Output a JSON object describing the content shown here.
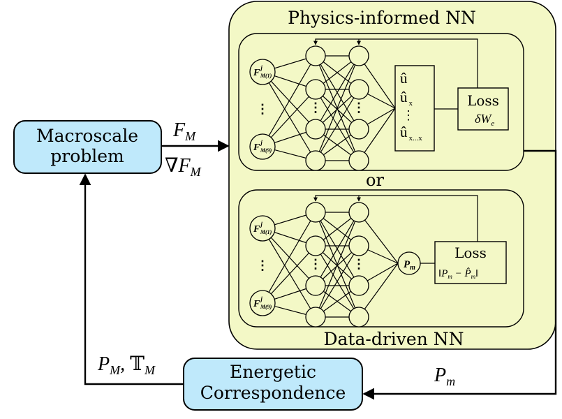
{
  "pinn_title": "Physics-informed NN",
  "or_label": "or",
  "ddnn_title": "Data-driven NN",
  "macro_box": {
    "line1": "Macroscale",
    "line2": "problem"
  },
  "energetic_box": {
    "line1": "Energetic",
    "line2": "Correspondence"
  },
  "arrows": {
    "to_nn_top": "F",
    "to_nn_top_sub": "M",
    "to_nn_bottom": "∇F",
    "to_nn_bottom_sub": "M",
    "from_nn": "P",
    "from_nn_sub": "m",
    "to_macro": "P",
    "to_macro_sub": "M",
    "to_macro_sep": ", ",
    "to_macro_second": "𝕋",
    "to_macro_second_sub": "M"
  },
  "input_label": {
    "base": "F",
    "sup": "j",
    "sub_first": "M(1)",
    "sub_last": "M(9)"
  },
  "pinn_outputs": {
    "u": "û",
    "ux": "û",
    "ux_sub": "x",
    "uxx": "û",
    "uxx_sub": "x...x"
  },
  "pinn_loss": {
    "title": "Loss",
    "expr": "δW",
    "expr_sub": "e"
  },
  "ddnn_output": {
    "base": "P",
    "sub": "m"
  },
  "ddnn_loss": {
    "title": "Loss",
    "expr_open": "‖P",
    "expr_open_sub": "m",
    "expr_minus": " − P̂",
    "expr_minus_sub": "m",
    "expr_close": "‖"
  },
  "colors": {
    "panel": "#f3f8c6",
    "box": "#bfe9fb",
    "stroke": "#000000"
  }
}
